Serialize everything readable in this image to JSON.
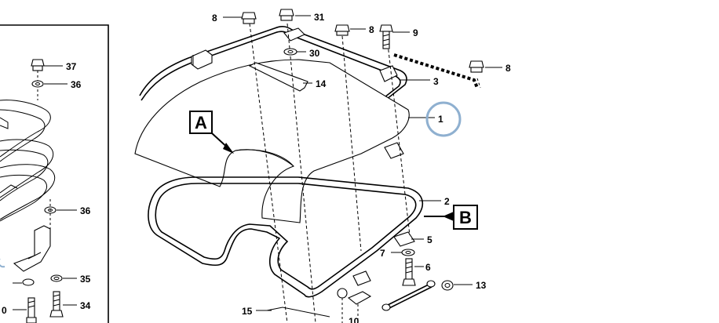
{
  "diagram": {
    "callouts": {
      "c1": "1",
      "c2": "2",
      "c3": "3",
      "c5": "5",
      "c6": "6",
      "c7": "7",
      "c8a": "8",
      "c8b": "8",
      "c8c": "8",
      "c9": "9",
      "c10": "10",
      "c13": "13",
      "c14": "14",
      "c15": "15",
      "c30": "30",
      "c31": "31",
      "c34": "34",
      "c35": "35",
      "c36a": "36",
      "c36b": "36",
      "c37": "37"
    },
    "view_labels": {
      "a": "A",
      "b": "B"
    },
    "highlight_color": "#8fb0d0"
  }
}
